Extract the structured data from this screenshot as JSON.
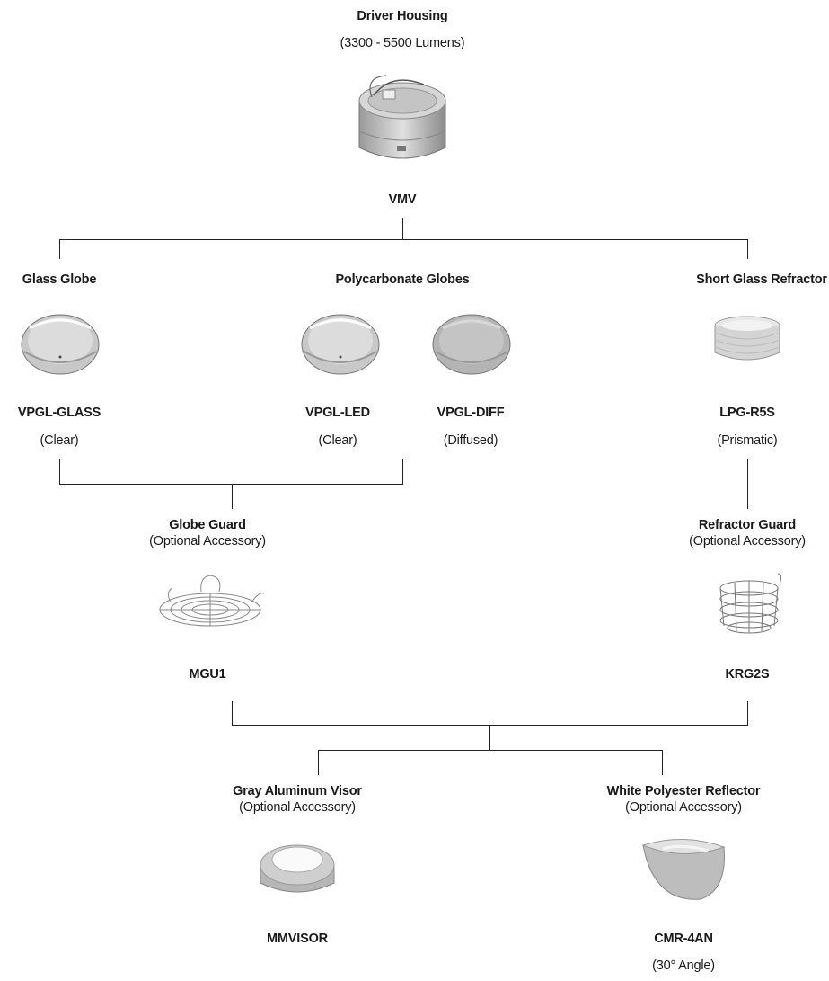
{
  "top": {
    "title": "Driver Housing",
    "subtitle": "(3300 - 5500 Lumens)",
    "model": "VMV"
  },
  "tier1": {
    "glass_globe": {
      "header": "Glass Globe",
      "model": "VPGL-GLASS",
      "note": "(Clear)",
      "icon": "glass-globe-icon"
    },
    "poly_globes": {
      "header": "Polycarbonate Globes",
      "led": {
        "model": "VPGL-LED",
        "note": "(Clear)",
        "icon": "clear-globe-icon"
      },
      "diff": {
        "model": "VPGL-DIFF",
        "note": "(Diffused)",
        "icon": "diffused-globe-icon"
      }
    },
    "refractor": {
      "header": "Short Glass Refractor",
      "model": "LPG-R5S",
      "note": "(Prismatic)",
      "icon": "refractor-icon"
    }
  },
  "guards": {
    "globe_guard": {
      "header": "Globe Guard",
      "note": "(Optional Accessory)",
      "model": "MGU1",
      "icon": "globe-guard-icon"
    },
    "refractor_guard": {
      "header": "Refractor Guard",
      "note": "(Optional Accessory)",
      "model": "KRG2S",
      "icon": "refractor-guard-icon"
    }
  },
  "accessories": {
    "visor": {
      "header": "Gray Aluminum Visor",
      "note": "(Optional Accessory)",
      "model": "MMVISOR",
      "icon": "visor-icon"
    },
    "reflector": {
      "header": "White Polyester Reflector",
      "note": "(Optional Accessory)",
      "model": "CMR-4AN",
      "angle": "(30° Angle)",
      "icon": "reflector-icon"
    }
  }
}
